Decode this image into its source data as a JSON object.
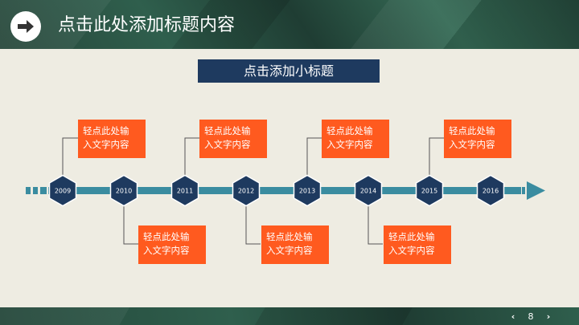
{
  "header": {
    "title": "点击此处添加标题内容",
    "icon": "arrow-right-icon"
  },
  "subtitle": "点击添加小标题",
  "timeline": {
    "years": [
      "2009",
      "2010",
      "2011",
      "2012",
      "2013",
      "2014",
      "2015",
      "2016"
    ],
    "event_text_line1": "轻点此处输",
    "event_text_line2": "入文字内容",
    "events": [
      {
        "year": "2009",
        "line1": "轻点此处输",
        "line2": "入文字内容",
        "placement": "above"
      },
      {
        "year": "2010",
        "line1": "轻点此处输",
        "line2": "入文字内容",
        "placement": "below"
      },
      {
        "year": "2011",
        "line1": "轻点此处输",
        "line2": "入文字内容",
        "placement": "above"
      },
      {
        "year": "2012",
        "line1": "轻点此处输",
        "line2": "入文字内容",
        "placement": "below"
      },
      {
        "year": "2013",
        "line1": "轻点此处输",
        "line2": "入文字内容",
        "placement": "above"
      },
      {
        "year": "2014",
        "line1": "轻点此处输",
        "line2": "入文字内容",
        "placement": "below"
      },
      {
        "year": "2015",
        "line1": "轻点此处输",
        "line2": "入文字内容",
        "placement": "above"
      }
    ]
  },
  "footer": {
    "page_number": "8",
    "prev_label": "‹",
    "next_label": "›"
  },
  "colors": {
    "header_bg": "#2f5f4d",
    "subtitle_bg": "#1e3a5f",
    "timeline_bar": "#3a8ca0",
    "hexagon": "#1e3a5f",
    "event_box": "#ff5a1f",
    "connector": "#555555",
    "background": "#eeece2"
  }
}
